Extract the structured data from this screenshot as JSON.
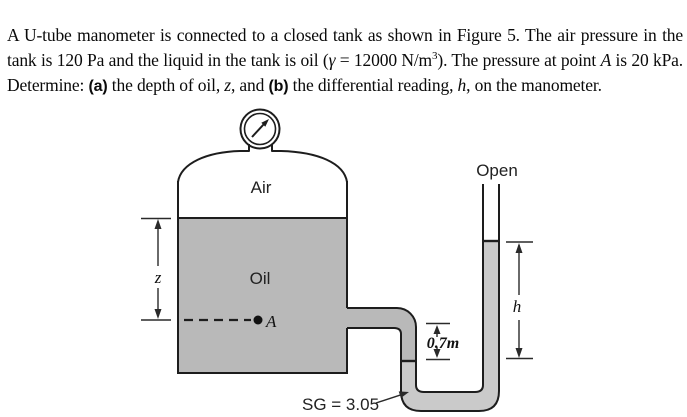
{
  "problem_text": {
    "segments": [
      {
        "text": "A U-tube manometer is connected to a closed tank as shown in Figure 5. The air pressure in the tank is 120 Pa and the liquid in the tank is oil ("
      },
      {
        "text": "γ"
      },
      {
        "text": " = 12000 N/m"
      },
      {
        "text": "3"
      },
      {
        "text": "). The pressure at point "
      },
      {
        "text": "A"
      },
      {
        "text": " is 20 kPa. Determine: "
      },
      {
        "text": "(a)"
      },
      {
        "text": " the depth of oil, "
      },
      {
        "text": "z"
      },
      {
        "text": ", and "
      },
      {
        "text": "(b)"
      },
      {
        "text": " the differential reading, "
      },
      {
        "text": "h"
      },
      {
        "text": ", on the manometer."
      }
    ]
  },
  "figure": {
    "labels": {
      "air": "Air",
      "oil": "Oil",
      "open": "Open",
      "point_a": "A",
      "z": "z",
      "h": "h",
      "offset": "0.7m",
      "sg": "SG = 3.05"
    },
    "values": {
      "air_pressure": "120 Pa",
      "oil_specific_weight": "12000 N/m³",
      "pressure_at_point_a": "20 kPa",
      "manometer_fluid_sg": "3.05",
      "pipe_to_interface_offset": "0.7m"
    },
    "colors": {
      "oil_fill": "#b9b9b9",
      "gauge_fluid_fill": "#cacaca",
      "outline": "#1d1d1d"
    }
  }
}
